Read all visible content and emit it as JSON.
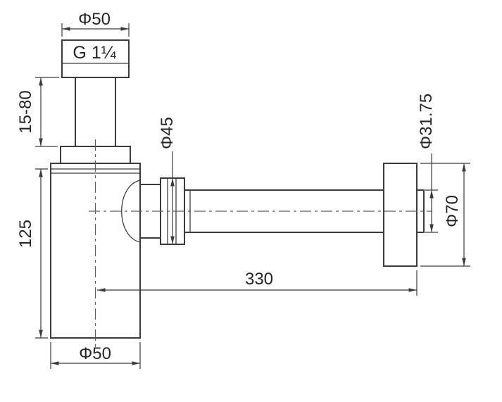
{
  "drawing": {
    "title": "bottle-trap-dimension-drawing",
    "background_color": "#ffffff",
    "line_color": "#3b3b3b",
    "labels": {
      "top_flange_diameter": "Φ50",
      "thread_size": "G 1¼",
      "inlet_height_range": "15-80",
      "union_nut_diameter": "Φ45",
      "body_height": "125",
      "body_diameter": "Φ50",
      "outlet_length": "330",
      "outlet_pipe_diameter": "Φ31.75",
      "wall_flange_diameter": "Φ70"
    }
  }
}
